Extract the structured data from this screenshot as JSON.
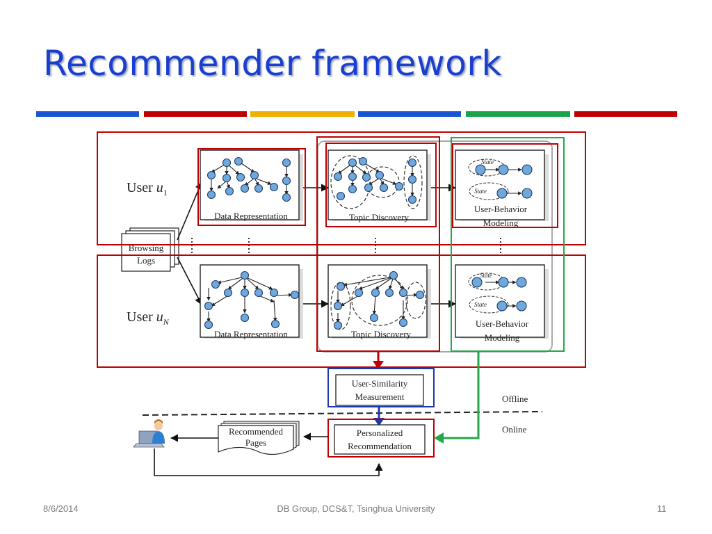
{
  "slide": {
    "title": "Recommender framework",
    "stripe_colors": [
      "#1a55d6",
      "#c00000",
      "#f0b000",
      "#1a55d6",
      "#1aa34a",
      "#c00000"
    ]
  },
  "diagram": {
    "user_top": {
      "text": "User ",
      "var": "u",
      "sub": "1"
    },
    "user_bottom": {
      "text": "User ",
      "var": "u",
      "sub": "N"
    },
    "browsing_logs": [
      "Browsing",
      "Logs"
    ],
    "data_representation_label": "Data Representation",
    "topic_discovery_label": "Topic Discovery",
    "user_behavior_label": [
      "User-Behavior",
      "Modeling"
    ],
    "state_label": "State",
    "user_similarity_label": [
      "User-Similarity",
      "Measurement"
    ],
    "personalized_recommendation_label": [
      "Personalized",
      "Recommendation"
    ],
    "recommended_pages_label": [
      "Recommended",
      "Pages"
    ],
    "offline_label": "Offline",
    "online_label": "Online",
    "highlight_colors": {
      "red": "#c00000",
      "blue": "#1c3aa8",
      "green": "#22a84a",
      "node_fill": "#6fa8dc"
    }
  },
  "footer": {
    "date": "8/6/2014",
    "org": "DB Group, DCS&T, Tsinghua University",
    "page": "11"
  }
}
